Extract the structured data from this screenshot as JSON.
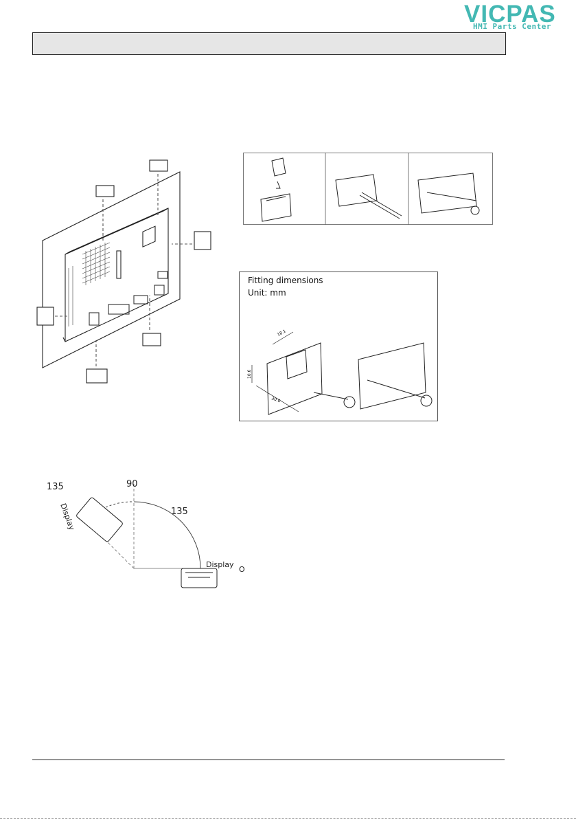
{
  "logo": {
    "brand": "VICPAS",
    "tagline": "HMI Parts Center"
  },
  "fitting": {
    "title": "Fitting dimensions",
    "unit": "Unit: mm",
    "dim_top": "18.1",
    "dim_left": "10.6",
    "dim_bottom": "30.0"
  },
  "angles": {
    "left": "135",
    "top": "90",
    "mid": "135",
    "right": "O",
    "display_left": "Display",
    "display_right": "Display"
  }
}
